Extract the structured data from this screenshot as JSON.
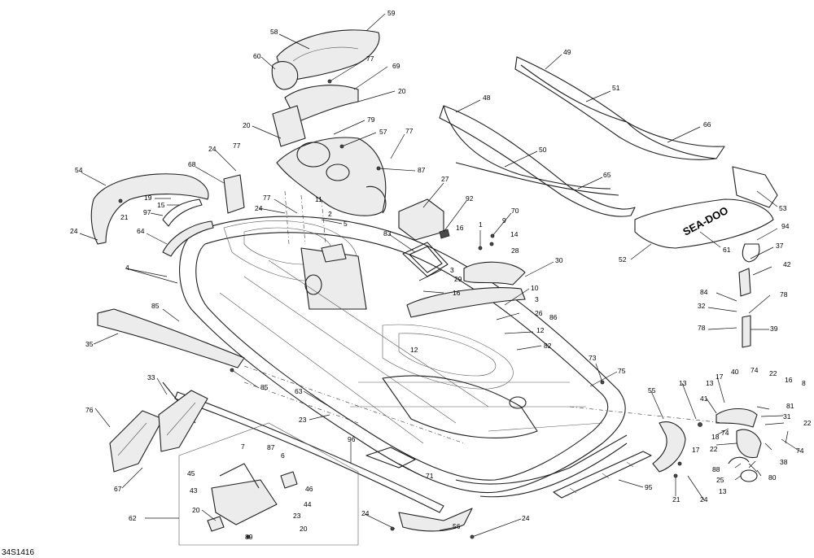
{
  "diagram": {
    "reference_code": "34S1416",
    "hull_logo_text": "SEA-DOO",
    "callouts": [
      {
        "id": "c59",
        "label": "59"
      },
      {
        "id": "c58",
        "label": "58"
      },
      {
        "id": "c60",
        "label": "60"
      },
      {
        "id": "c77a",
        "label": "77"
      },
      {
        "id": "c69",
        "label": "69"
      },
      {
        "id": "c20a",
        "label": "20"
      },
      {
        "id": "c20b",
        "label": "20"
      },
      {
        "id": "c79",
        "label": "79"
      },
      {
        "id": "c57",
        "label": "57"
      },
      {
        "id": "c77b",
        "label": "77"
      },
      {
        "id": "c77c",
        "label": "77"
      },
      {
        "id": "c87a",
        "label": "87"
      },
      {
        "id": "c24a",
        "label": "24"
      },
      {
        "id": "c68",
        "label": "68"
      },
      {
        "id": "c54",
        "label": "54"
      },
      {
        "id": "c19",
        "label": "19"
      },
      {
        "id": "c15",
        "label": "15"
      },
      {
        "id": "c21a",
        "label": "21"
      },
      {
        "id": "c97",
        "label": "97"
      },
      {
        "id": "c24b",
        "label": "24"
      },
      {
        "id": "c64",
        "label": "64"
      },
      {
        "id": "c77d",
        "label": "77"
      },
      {
        "id": "c11",
        "label": "11"
      },
      {
        "id": "c24c",
        "label": "24"
      },
      {
        "id": "c2",
        "label": "2"
      },
      {
        "id": "c5",
        "label": "5"
      },
      {
        "id": "c27",
        "label": "27"
      },
      {
        "id": "c92",
        "label": "92"
      },
      {
        "id": "c83",
        "label": "83"
      },
      {
        "id": "c1",
        "label": "1"
      },
      {
        "id": "c70",
        "label": "70"
      },
      {
        "id": "c9",
        "label": "9"
      },
      {
        "id": "c16a",
        "label": "16"
      },
      {
        "id": "c14",
        "label": "14"
      },
      {
        "id": "c28",
        "label": "28"
      },
      {
        "id": "c4",
        "label": "4"
      },
      {
        "id": "c3a",
        "label": "3"
      },
      {
        "id": "c29",
        "label": "29"
      },
      {
        "id": "c16b",
        "label": "16"
      },
      {
        "id": "c30",
        "label": "30"
      },
      {
        "id": "c10",
        "label": "10"
      },
      {
        "id": "c3b",
        "label": "3"
      },
      {
        "id": "c26",
        "label": "26"
      },
      {
        "id": "c86",
        "label": "86"
      },
      {
        "id": "c12a",
        "label": "12"
      },
      {
        "id": "c85a",
        "label": "85"
      },
      {
        "id": "c35",
        "label": "35"
      },
      {
        "id": "c12b",
        "label": "12"
      },
      {
        "id": "c82",
        "label": "82"
      },
      {
        "id": "c49",
        "label": "49"
      },
      {
        "id": "c51",
        "label": "51"
      },
      {
        "id": "c48",
        "label": "48"
      },
      {
        "id": "c66",
        "label": "66"
      },
      {
        "id": "c50",
        "label": "50"
      },
      {
        "id": "c65",
        "label": "65"
      },
      {
        "id": "c53",
        "label": "53"
      },
      {
        "id": "c61",
        "label": "61"
      },
      {
        "id": "c52",
        "label": "52"
      },
      {
        "id": "c94",
        "label": "94"
      },
      {
        "id": "c37",
        "label": "37"
      },
      {
        "id": "c42",
        "label": "42"
      },
      {
        "id": "c84",
        "label": "84"
      },
      {
        "id": "c32",
        "label": "32"
      },
      {
        "id": "c78a",
        "label": "78"
      },
      {
        "id": "c78b",
        "label": "78"
      },
      {
        "id": "c39",
        "label": "39"
      },
      {
        "id": "c73",
        "label": "73"
      },
      {
        "id": "c75",
        "label": "75"
      },
      {
        "id": "c33",
        "label": "33"
      },
      {
        "id": "c85b",
        "label": "85"
      },
      {
        "id": "c63",
        "label": "63"
      },
      {
        "id": "c23a",
        "label": "23"
      },
      {
        "id": "c76",
        "label": "76"
      },
      {
        "id": "c67",
        "label": "67"
      },
      {
        "id": "c96",
        "label": "96"
      },
      {
        "id": "c71",
        "label": "71"
      },
      {
        "id": "c7",
        "label": "7"
      },
      {
        "id": "c87b",
        "label": "87"
      },
      {
        "id": "c6",
        "label": "6"
      },
      {
        "id": "c45",
        "label": "45"
      },
      {
        "id": "c43",
        "label": "43"
      },
      {
        "id": "c46",
        "label": "46"
      },
      {
        "id": "c44",
        "label": "44"
      },
      {
        "id": "c20c",
        "label": "20"
      },
      {
        "id": "c23b",
        "label": "23"
      },
      {
        "id": "c62",
        "label": "62"
      },
      {
        "id": "c89",
        "label": "89"
      },
      {
        "id": "c20d",
        "label": "20"
      },
      {
        "id": "c24d",
        "label": "24"
      },
      {
        "id": "c24e",
        "label": "24"
      },
      {
        "id": "c56",
        "label": "56"
      },
      {
        "id": "c95",
        "label": "95"
      },
      {
        "id": "c55",
        "label": "55"
      },
      {
        "id": "c21b",
        "label": "21"
      },
      {
        "id": "c24f",
        "label": "24"
      },
      {
        "id": "c13a",
        "label": "13"
      },
      {
        "id": "c17a",
        "label": "17"
      },
      {
        "id": "c17b",
        "label": "17"
      },
      {
        "id": "c40",
        "label": "40"
      },
      {
        "id": "c74a",
        "label": "74"
      },
      {
        "id": "c22a",
        "label": "22"
      },
      {
        "id": "c16c",
        "label": "16"
      },
      {
        "id": "c8",
        "label": "8"
      },
      {
        "id": "c13b",
        "label": "13"
      },
      {
        "id": "c41",
        "label": "41"
      },
      {
        "id": "c18",
        "label": "18"
      },
      {
        "id": "c81",
        "label": "81"
      },
      {
        "id": "c31",
        "label": "31"
      },
      {
        "id": "c22b",
        "label": "22"
      },
      {
        "id": "c74b",
        "label": "74"
      },
      {
        "id": "c74c",
        "label": "74"
      },
      {
        "id": "c22c",
        "label": "22"
      },
      {
        "id": "c38",
        "label": "38"
      },
      {
        "id": "c88",
        "label": "88"
      },
      {
        "id": "c25",
        "label": "25"
      },
      {
        "id": "c80",
        "label": "80"
      },
      {
        "id": "c13c",
        "label": "13"
      }
    ]
  }
}
